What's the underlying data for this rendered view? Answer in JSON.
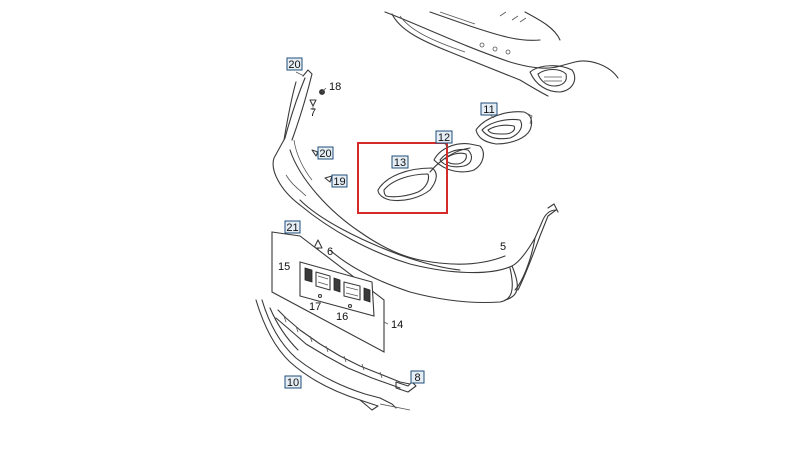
{
  "callouts": {
    "c20a": "20",
    "c18": "18",
    "c7": "7",
    "c20b": "20",
    "c19": "19",
    "c21": "21",
    "c6": "6",
    "c15": "15",
    "c17": "17",
    "c16": "16",
    "c14": "14",
    "c10": "10",
    "c8": "8",
    "c13": "13",
    "c12": "12",
    "c11": "11",
    "c5": "5"
  },
  "highlighted_part": "13",
  "colors": {
    "line": "#3a3a3a",
    "callout_border": "#1f4e79",
    "callout_fill": "#e6eef5",
    "highlight": "#d42a2a"
  }
}
